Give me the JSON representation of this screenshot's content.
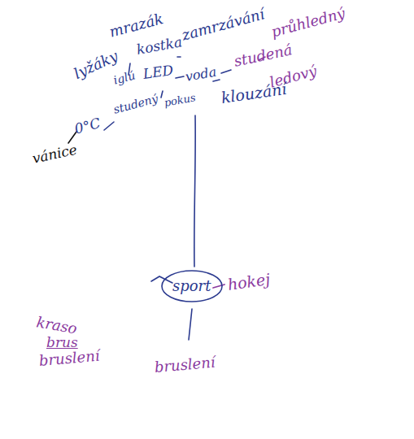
{
  "diagram": {
    "nodes": [
      {
        "text": [
          "sport"
        ]
      }
    ],
    "labels": [
      "mrazák",
      "lyžáky",
      "kostka",
      "zamrzávání",
      "průhledný",
      "iglú",
      "LED",
      "voda",
      "studená",
      "ledový",
      "0°C",
      "studený",
      "pokus",
      "klouzání",
      "vánice",
      "kraso",
      "brus",
      "bruslení",
      "hokej",
      "bruslení"
    ]
  }
}
